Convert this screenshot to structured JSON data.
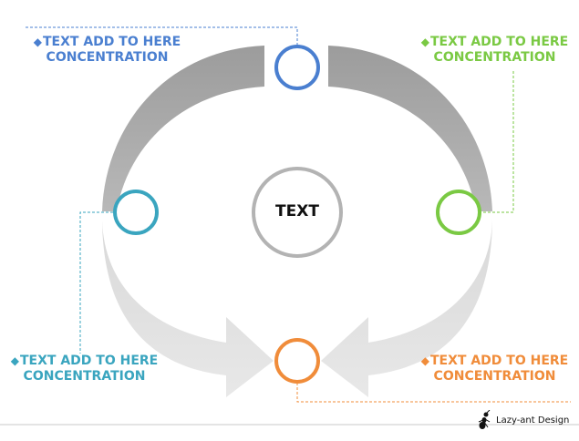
{
  "center": {
    "text": "TEXT"
  },
  "labels": {
    "blue": {
      "bullet": "◆",
      "line1": "TEXT ADD TO HERE",
      "line2": "CONCENTRATION",
      "color": "#4a7fd0"
    },
    "green": {
      "bullet": "◆",
      "line1": "TEXT ADD TO HERE",
      "line2": "CONCENTRATION",
      "color": "#7ac943"
    },
    "teal": {
      "bullet": "◆",
      "line1": "TEXT ADD TO HERE",
      "line2": "CONCENTRATION",
      "color": "#3aa5bf"
    },
    "orange": {
      "bullet": "◆",
      "line1": "TEXT ADD TO HERE",
      "line2": "CONCENTRATION",
      "color": "#f08c3a"
    }
  },
  "brand": {
    "text": "Lazy-ant Design",
    "icon": "ant-icon"
  },
  "colors": {
    "arc_dark": "#a6a6a6",
    "arc_light": "#dcdcdc",
    "center_ring": "#b3b3b3",
    "footer_line": "#c8c8c8"
  }
}
